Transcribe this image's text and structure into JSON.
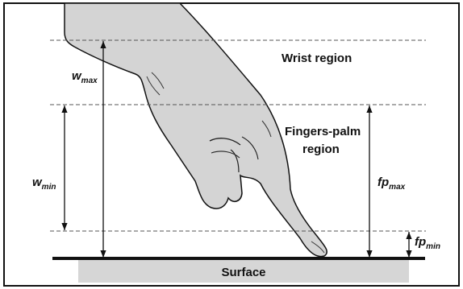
{
  "labels": {
    "wrist_region": "Wrist region",
    "fingers_palm_line1": "Fingers-palm",
    "fingers_palm_line2": "region",
    "surface": "Surface",
    "w": "w",
    "w_max_sub": "max",
    "w_min_sub": "min",
    "fp": "fp",
    "fp_max_sub": "max",
    "fp_min_sub": "min"
  },
  "colors": {
    "hand_fill": "#d4d4d4",
    "surface_fill": "#d6d6d6",
    "line": "#111111",
    "dash": "#555555"
  }
}
